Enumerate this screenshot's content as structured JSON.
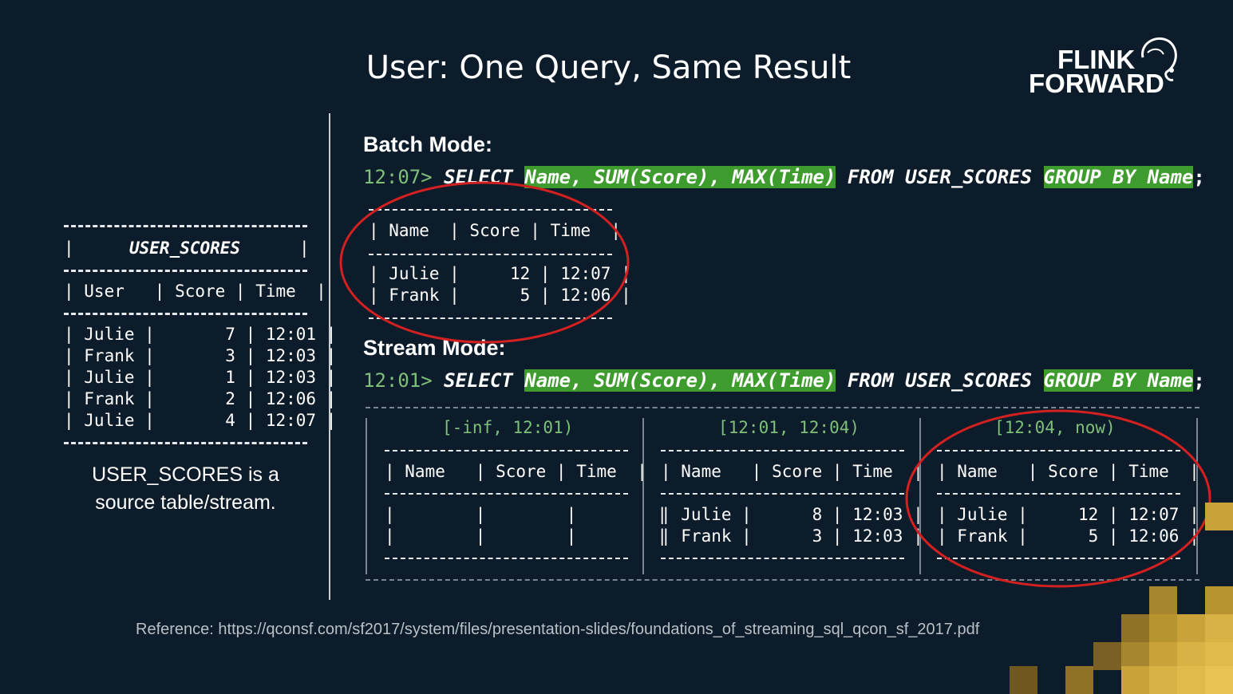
{
  "slide": {
    "title": "User: One Query, Same Result",
    "logo_line1": "FLINK",
    "logo_line2": "FORWARD",
    "left_table": {
      "name": "USER_SCORES",
      "header": "| User   | Score | Time  |",
      "rows": [
        "| Julie |       7 | 12:01 |",
        "| Frank |       3 | 12:03 |",
        "| Julie |       1 | 12:03 |",
        "| Frank |       2 | 12:06 |",
        "| Julie |       4 | 12:07 |"
      ],
      "caption_line1": "USER_SCORES is a",
      "caption_line2": "source table/stream."
    },
    "batch": {
      "heading": "Batch Mode:",
      "query_time": "12:07>",
      "select_kw": "SELECT",
      "select_cols": "Name, SUM(Score), MAX(Time)",
      "from_kw": "FROM USER_SCORES",
      "group_kw": "GROUP BY Name",
      "semicolon": ";",
      "table_header": "| Name  | Score | Time  |",
      "table_rows": [
        "| Julie |     12 | 12:07 |",
        "| Frank |      5 | 12:06 |"
      ]
    },
    "stream": {
      "heading": "Stream Mode:",
      "query_time": "12:01>",
      "select_kw": "SELECT",
      "select_cols": "Name, SUM(Score), MAX(Time)",
      "from_kw": "FROM USER_SCORES",
      "group_kw": "GROUP BY Name",
      "semicolon": ";",
      "windows": [
        {
          "range": "[-inf, 12:01)",
          "header": "| Name   | Score | Time  |",
          "rows": [
            "|        |        |        |",
            "|        |        |        |"
          ]
        },
        {
          "range": "[12:01, 12:04)",
          "header": "| Name   | Score | Time  |",
          "rows": [
            "| Julie |      8 | 12:03 |",
            "| Frank |      3 | 12:03 |"
          ]
        },
        {
          "range": "[12:04, now)",
          "header": "| Name   | Score | Time  |",
          "rows": [
            "| Julie |     12 | 12:07 |",
            "| Frank |      5 | 12:06 |"
          ]
        }
      ]
    },
    "reference": "Reference: https://qconsf.com/sf2017/system/files/presentation-slides/foundations_of_streaming_sql_qcon_sf_2017.pdf",
    "colors": {
      "background": "#0d1c2a",
      "highlight_green": "#3e9b2e",
      "time_green": "#7ec07a",
      "circle_red": "#d32020",
      "gold": "#c9a23a"
    }
  }
}
